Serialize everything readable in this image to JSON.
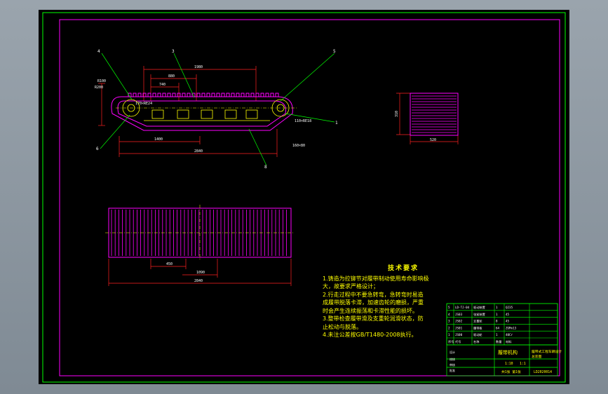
{
  "drawing": {
    "side_view": {
      "balloons": [
        "4",
        "3",
        "5",
        "1",
        "6",
        "8"
      ],
      "dimensions": [
        "1980",
        "880",
        "740",
        "1400",
        "2840",
        "R100",
        "R200",
        "170×RE24",
        "110×RE18",
        "160×80"
      ]
    },
    "end_view": {
      "dimensions": [
        "310",
        "520"
      ]
    },
    "plan_view": {
      "dimensions": [
        "450",
        "1090",
        "2840"
      ]
    }
  },
  "tech_notes": {
    "title": "技术要求",
    "lines": [
      "1.铸造为拉铆节对履带制动使用寿命影响极",
      "大，故要求严格设计；",
      "2.行走过程中不要急转弯，急转弯时易造",
      "成履带脱落卡滞，加速齿轮的磨损，严重",
      "时会产生连续振荡和卡滞性能的损坏。",
      "3.整带检查履带滑及支重轮润滑状态，防",
      "止松动与脱落。",
      "4.未注公差按GB/T1480-2008执行。"
    ]
  },
  "title_block": {
    "drawing_name": "履带机构",
    "company": "履带式工程车辆设计",
    "sub": "总装图",
    "code": "LD2020014",
    "scale": "1:1",
    "sheet": "1:10",
    "weight": "共1张 第1张",
    "parts": [
      [
        "5",
        "LD-TJ-04",
        "驱动装置",
        "1",
        "Q235"
      ],
      [
        "4",
        "JS03",
        "张紧装置",
        "1",
        "45"
      ],
      [
        "3",
        "JS02",
        "支重轮",
        "8",
        "45"
      ],
      [
        "2",
        "JS01",
        "履带板",
        "64",
        "ZGMn13"
      ],
      [
        "1",
        "JS00",
        "驱动轮",
        "1",
        "40Cr"
      ]
    ],
    "headers": [
      "序号",
      "代号",
      "名称",
      "数量",
      "材料"
    ]
  },
  "colors": {
    "border": "#00ff00",
    "track": "#ff00ff",
    "dimension": "#ff2020",
    "leader": "#00ff00",
    "text": "#ffff00",
    "background": "#000000"
  }
}
